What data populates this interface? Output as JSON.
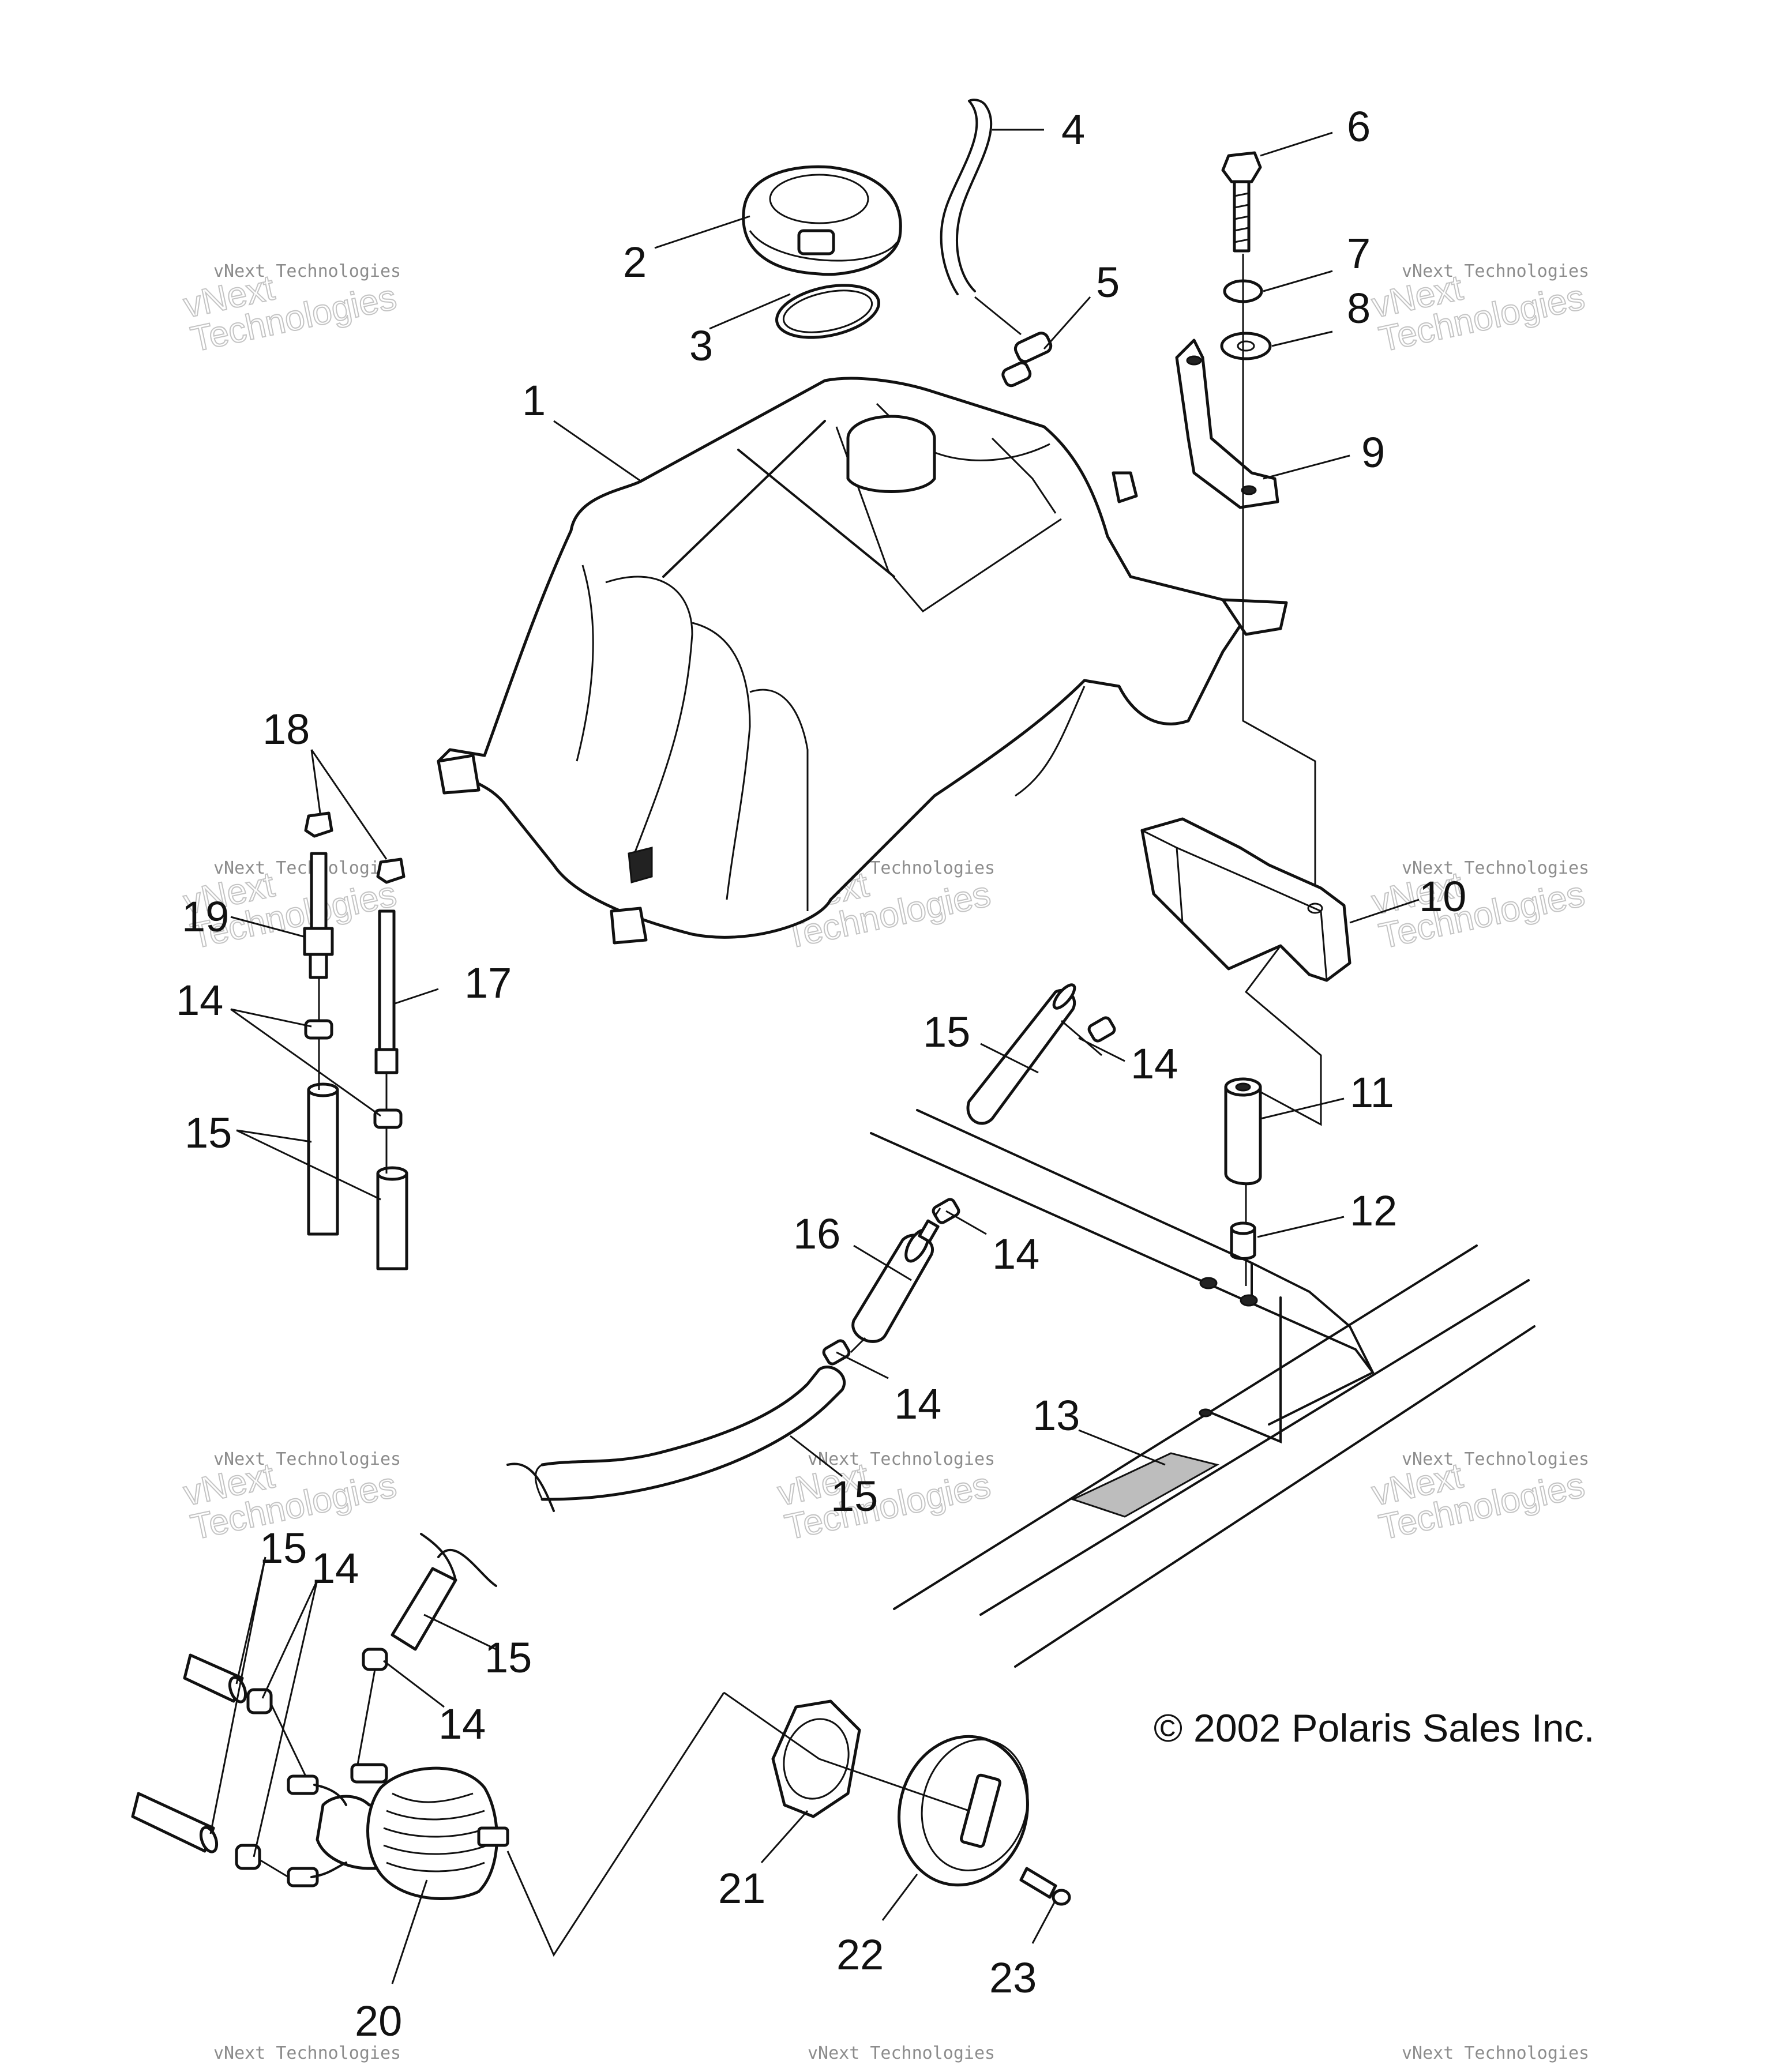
{
  "copyright": "© 2002 Polaris Sales Inc.",
  "watermark": {
    "line1": "vNext Technologies",
    "line2": "vNext\nTechnologies"
  },
  "callouts": [
    "1",
    "2",
    "3",
    "4",
    "5",
    "6",
    "7",
    "8",
    "9",
    "10",
    "11",
    "12",
    "13",
    "14",
    "15",
    "16",
    "17",
    "18",
    "19",
    "20",
    "21",
    "22",
    "23"
  ],
  "colors": {
    "ink": "#111111",
    "watermark": "#c4c4c4",
    "background": "#ffffff"
  }
}
